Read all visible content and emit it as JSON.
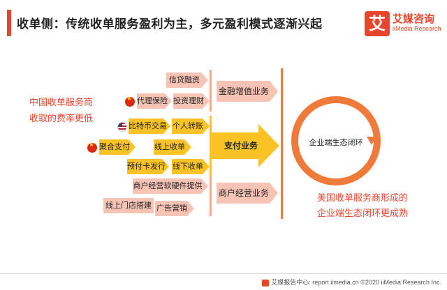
{
  "header": {
    "title": "收单侧：传统收单服务盈利为主，多元盈利模式逐渐兴起"
  },
  "logo": {
    "mark": "艾",
    "name": "艾媒咨询",
    "sub": "iiMedia Research"
  },
  "left_note": {
    "line1": "中国收单服务商",
    "line2": "收取的费率更低"
  },
  "services": {
    "credit_financing": "信贷融资",
    "agent_insurance": "代理保险",
    "investment_finance": "投资理财",
    "bitcoin_trading": "比特币交易",
    "personal_transfer": "个人转账",
    "aggregated_payment": "聚合支付",
    "online_acquiring": "线上收单",
    "prepaid_card": "预付卡发行",
    "offline_acquiring": "线下收单",
    "merchant_software_hardware": "商户经营软硬件提供",
    "online_store_setup": "线上门店搭建",
    "advertising": "广告营销"
  },
  "categories": {
    "finance_value_added": "金融增值业务",
    "payment": "支付业务",
    "merchant_operation": "商户经营业务"
  },
  "ecosystem": {
    "ring_label": "企业端生态闭环"
  },
  "right_note": {
    "line1": "美国收单服务商形成的",
    "line2": "企业端生态闭环更成熟"
  },
  "footer": {
    "text": "艾媒报告中心: report.iimedia.cn  ©2020  iiMedia Research  Inc."
  },
  "colors": {
    "accent": "#e8452c",
    "pink": "#f6c3b4",
    "yellow": "#f9c325",
    "orange": "#f07a3a"
  }
}
